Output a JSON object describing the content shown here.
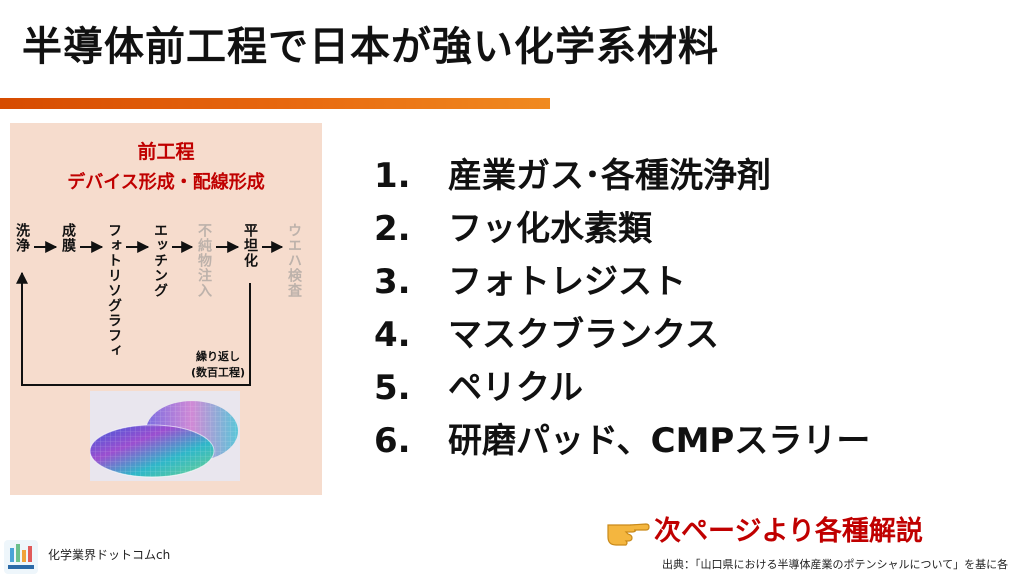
{
  "title": "半導体前工程で日本が強い化学系材料",
  "panel": {
    "title": "前工程",
    "subtitle": "デバイス形成・配線形成",
    "steps": [
      "洗浄",
      "成膜",
      "フォトリソグラフィ",
      "エッチング",
      "不純物注入",
      "平坦化",
      "ウエハ検査"
    ],
    "loop_label_1": "繰り返し",
    "loop_label_2": "(数百工程)"
  },
  "list": [
    {
      "num": "1.",
      "text": "産業ガス･各種洗浄剤"
    },
    {
      "num": "2.",
      "text": "フッ化水素類"
    },
    {
      "num": "3.",
      "text": "フォトレジスト"
    },
    {
      "num": "4.",
      "text": "マスクブランクス"
    },
    {
      "num": "5.",
      "text": "ペリクル"
    },
    {
      "num": "6.",
      "text": "研磨パッド、CMPスラリー"
    }
  ],
  "next_page": "次ページより各種解説",
  "brand": "化学業界ドットコムch",
  "source": "出典：「山口県における半導体産業のポテンシャルについて」を基に各",
  "colors": {
    "accent": "#e06010",
    "red": "#c00000",
    "panel_bg": "#f6dccd",
    "dim_step": "#bdb2ab"
  },
  "icons": {
    "pointer": "pointing-hand-icon",
    "logo": "channel-logo-icon"
  }
}
